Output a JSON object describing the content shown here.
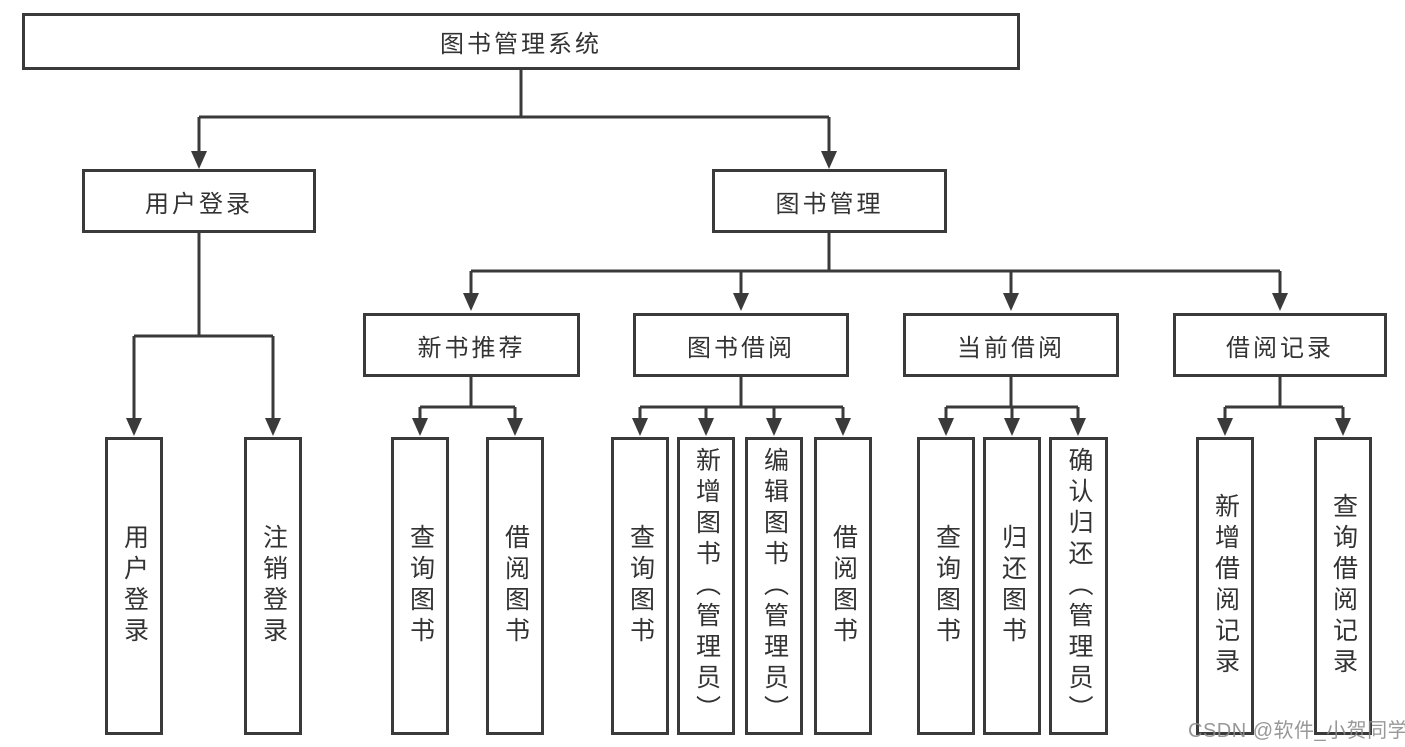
{
  "diagram": {
    "title": "图书管理系统",
    "root": {
      "label": "图书管理系统"
    },
    "l2": [
      {
        "label": "用户登录"
      },
      {
        "label": "图书管理"
      }
    ],
    "l3": [
      {
        "label": "新书推荐"
      },
      {
        "label": "图书借阅"
      },
      {
        "label": "当前借阅"
      },
      {
        "label": "借阅记录"
      }
    ],
    "leaves": [
      {
        "label": "用户登录",
        "parent": "用户登录"
      },
      {
        "label": "注销登录",
        "parent": "用户登录"
      },
      {
        "label": "查询图书",
        "parent": "新书推荐"
      },
      {
        "label": "借阅图书",
        "parent": "新书推荐"
      },
      {
        "label": "查询图书",
        "parent": "图书借阅"
      },
      {
        "label": "新增图书（管理员）",
        "parent": "图书借阅"
      },
      {
        "label": "编辑图书（管理员）",
        "parent": "图书借阅"
      },
      {
        "label": "借阅图书",
        "parent": "图书借阅"
      },
      {
        "label": "查询图书",
        "parent": "当前借阅"
      },
      {
        "label": "归还图书",
        "parent": "当前借阅"
      },
      {
        "label": "确认归还（管理员）",
        "parent": "当前借阅"
      },
      {
        "label": "新增借阅记录",
        "parent": "借阅记录"
      },
      {
        "label": "查询借阅记录",
        "parent": "借阅记录"
      }
    ]
  },
  "watermark": "CSDN @软件_小贺同学",
  "colors": {
    "line": "#3a3a3a",
    "box_border": "#3a3a3a",
    "text": "#333333",
    "background": "#ffffff",
    "watermark": "#8a8a8a"
  }
}
